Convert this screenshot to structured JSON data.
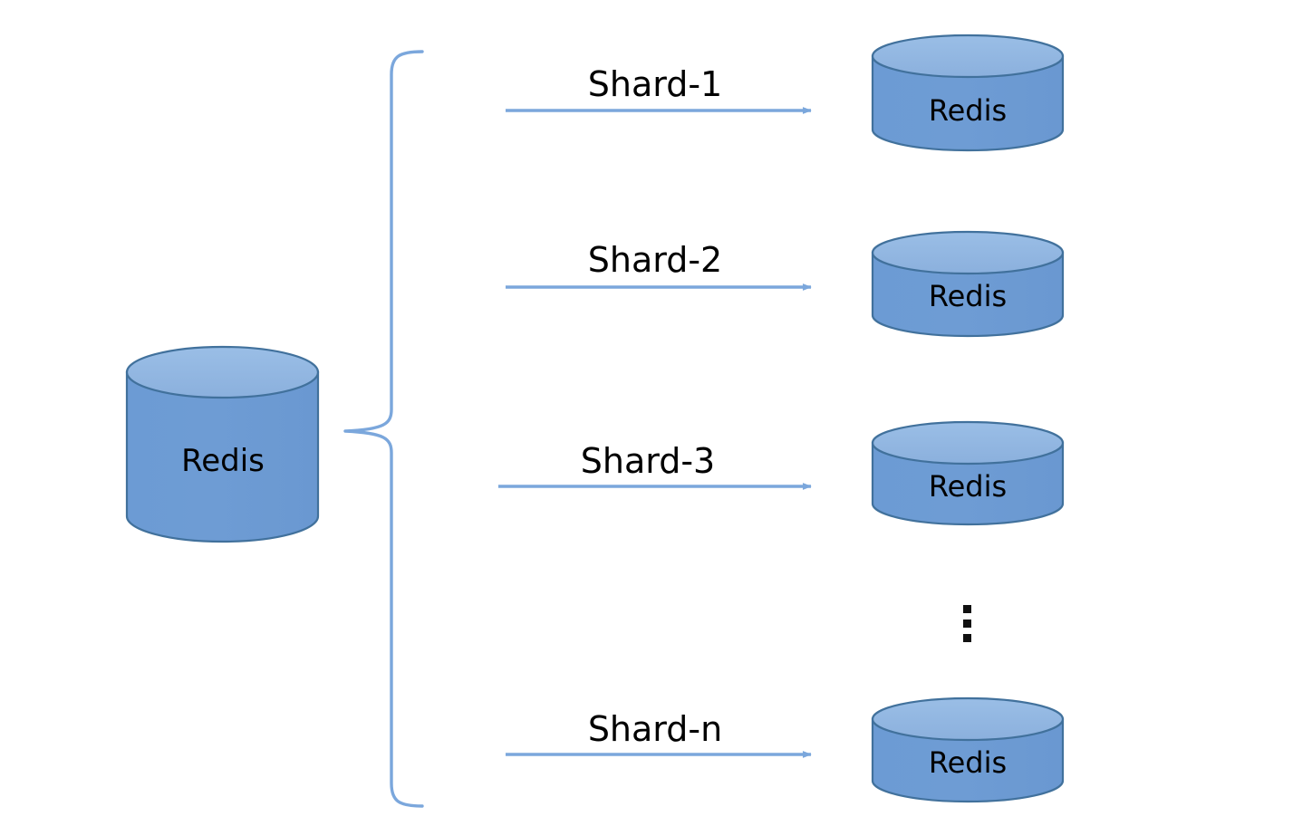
{
  "diagram": {
    "type": "redis-sharding-architecture",
    "background_color": "#ffffff",
    "palette": {
      "cylinder_body": "#6A9AD4",
      "cylinder_top": "#91B6E0",
      "cylinder_stroke": "#41719C",
      "arrow_color": "#7BA7DC",
      "brace_color": "#7BA7DC",
      "text_color": "#000000"
    },
    "source": {
      "label": "Redis",
      "icon": "database-cylinder-icon"
    },
    "grouping": {
      "icon": "left-curly-brace-icon"
    },
    "ellipsis": {
      "glyph": "vertical-ellipsis",
      "dots": 3
    },
    "shards": [
      {
        "edge_label": "Shard-1",
        "node_label": "Redis",
        "icon": "database-cylinder-icon"
      },
      {
        "edge_label": "Shard-2",
        "node_label": "Redis",
        "icon": "database-cylinder-icon"
      },
      {
        "edge_label": "Shard-3",
        "node_label": "Redis",
        "icon": "database-cylinder-icon"
      },
      {
        "edge_label": "Shard-n",
        "node_label": "Redis",
        "icon": "database-cylinder-icon"
      }
    ]
  }
}
